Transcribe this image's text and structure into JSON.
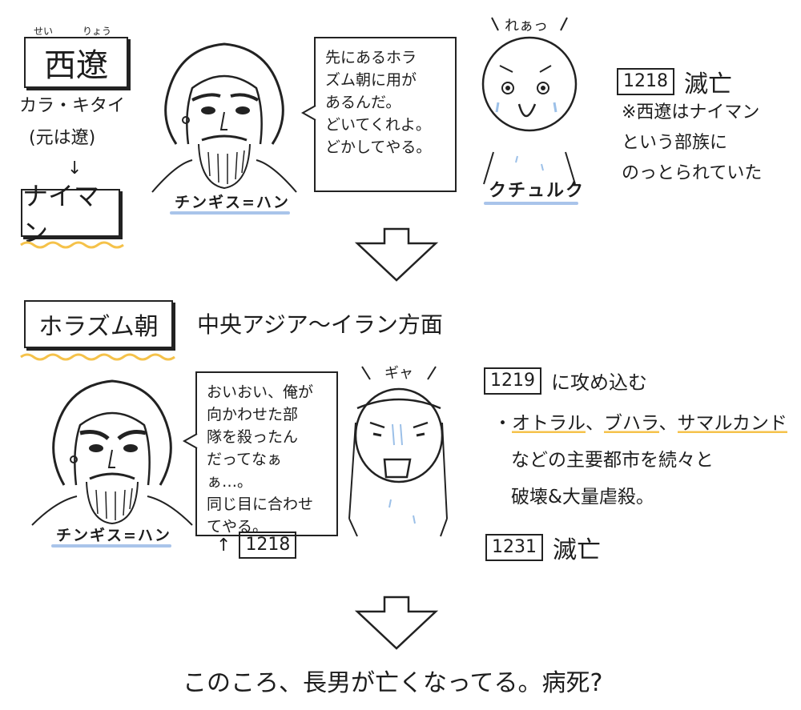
{
  "top": {
    "seiryo": {
      "ruby_left": "せい",
      "ruby_right": "りょう",
      "title": "西遼"
    },
    "kara_kitai_lines": [
      "カラ・キタイ",
      "(元は遼)"
    ],
    "arrow_down": "↓",
    "naiman": "ナイマン",
    "genghis_speech": "先にあるホラ\nズム朝に用が\nあるんだ。\nどいてくれよ。\nどかしてやる。",
    "genghis_label": "チンギス=ハン",
    "kuchuluk_exclaim": "れぁっ",
    "kuchuluk_label": "クチュルク",
    "fall_year": "1218",
    "fall_text": "滅亡",
    "note_lines": [
      "※西遼はナイマン",
      "という部族に",
      "のっとられていた"
    ]
  },
  "khwarazm": {
    "title": "ホラズム朝",
    "region": "中央アジア〜イラン方面",
    "genghis_speech": "おいおい、俺が\n向かわせた部\n隊を殺ったん\nだってなぁぁ…。\n同じ目に合わせ\nてやる。",
    "genghis_label": "チンギス=ハン",
    "ref_arrow": "↑",
    "ref_year": "1218",
    "shah_exclaim": "ギャ",
    "invade_year": "1219",
    "invade_text": "に攻め込む",
    "cities_prefix": "・",
    "cities": [
      "オトラル",
      "ブハラ",
      "サマルカンド"
    ],
    "city_sep": "、",
    "destroy_lines": [
      "などの主要都市を続々と",
      "破壊&大量虐殺。"
    ],
    "fall_year": "1231",
    "fall_text": "滅亡"
  },
  "bottom_note": "このころ、長男が亡くなってる。病死?",
  "colors": {
    "ink": "#1d1d1d",
    "highlight_yellow": "#f5c24a",
    "label_blue": "#a9c4ea",
    "sweat_blue": "#9cc0e8"
  }
}
